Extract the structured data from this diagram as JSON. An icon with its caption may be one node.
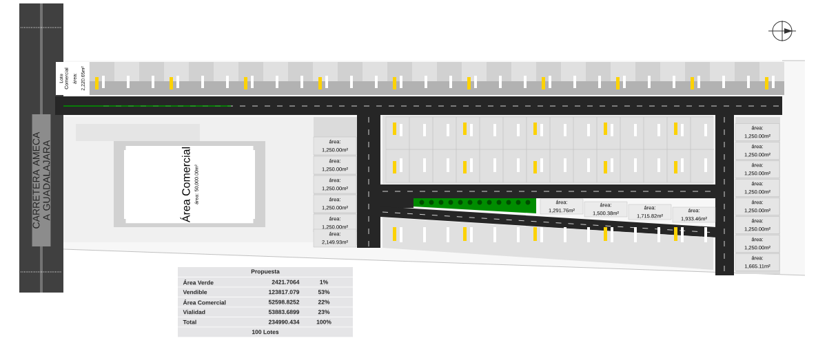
{
  "diagram": {
    "nodes": [
      {
        "text": [
          "Lote Comercial",
          "área: 2,220.65m²"
        ]
      },
      {
        "text": [
          "Área Comercial",
          "área: 50,000.00m²"
        ]
      },
      {
        "text": [
          "área: 1,250.00m²"
        ]
      },
      {
        "text": [
          "área: 1,250.00m²"
        ]
      },
      {
        "text": [
          "área: 1,250.00m²"
        ]
      },
      {
        "text": [
          "área: 1,250.00m²"
        ]
      },
      {
        "text": [
          "área: 1,250.00m²"
        ]
      },
      {
        "text": [
          "área: 2,149.93m²"
        ]
      },
      {
        "text": [
          "área: 1,291.76m²"
        ]
      },
      {
        "text": [
          "área: 1,500.38m²"
        ]
      },
      {
        "text": [
          "área: 1,715.82m²"
        ]
      },
      {
        "text": [
          "área: 1,933.46m²"
        ]
      },
      {
        "text": [
          "área: 1,250.00m²"
        ]
      },
      {
        "text": [
          "área: 1,250.00m²"
        ]
      },
      {
        "text": [
          "área: 1,250.00m²"
        ]
      },
      {
        "text": [
          "área: 1,250.00m²"
        ]
      },
      {
        "text": [
          "área: 1,250.00m²"
        ]
      },
      {
        "text": [
          "área: 1,250.00m²"
        ]
      },
      {
        "text": [
          "área: 1,250.00m²"
        ]
      },
      {
        "text": [
          "área: 1,665.11m²"
        ]
      }
    ],
    "labels": [
      "CARRETERA AMECA A GUADALAJARA",
      "Propuesta",
      "Área Verde",
      "2421.7064",
      "1%",
      "Vendible",
      "123817.079",
      "53%",
      "Área Comercial",
      "52598.8252",
      "22%",
      "Vialidad",
      "53883.6899",
      "23%",
      "Total",
      "234990.434",
      "100%",
      "100 Lotes"
    ]
  }
}
